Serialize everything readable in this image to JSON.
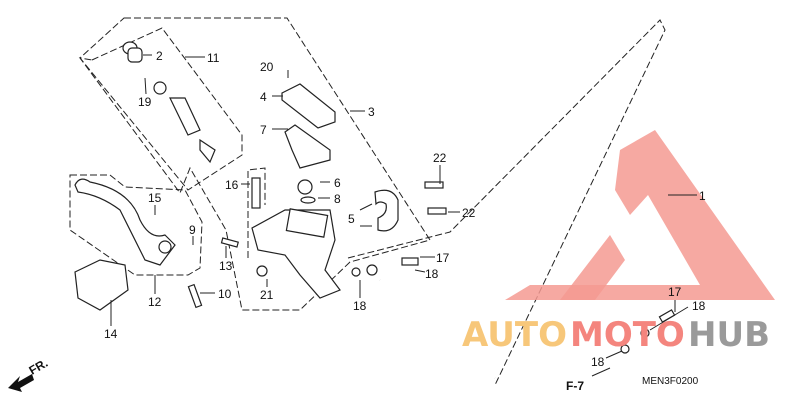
{
  "diagram": {
    "callouts": [
      "2",
      "11",
      "19",
      "20",
      "4",
      "3",
      "7",
      "16",
      "6",
      "8",
      "5",
      "22",
      "22",
      "15",
      "9",
      "13",
      "17",
      "18",
      "18",
      "21",
      "10",
      "12",
      "14",
      "1",
      "17",
      "18",
      "18"
    ],
    "reference": "F-7",
    "drawing_code": "MEN3F0200",
    "front_arrow": "FR."
  },
  "watermark": {
    "part1": "AUTO",
    "part2": "MOTO",
    "part3": "HUB",
    "colors": {
      "auto": "#f7c77a",
      "moto": "#f4857e",
      "hub": "#9a9a9a",
      "logo": "#f49a92"
    }
  }
}
